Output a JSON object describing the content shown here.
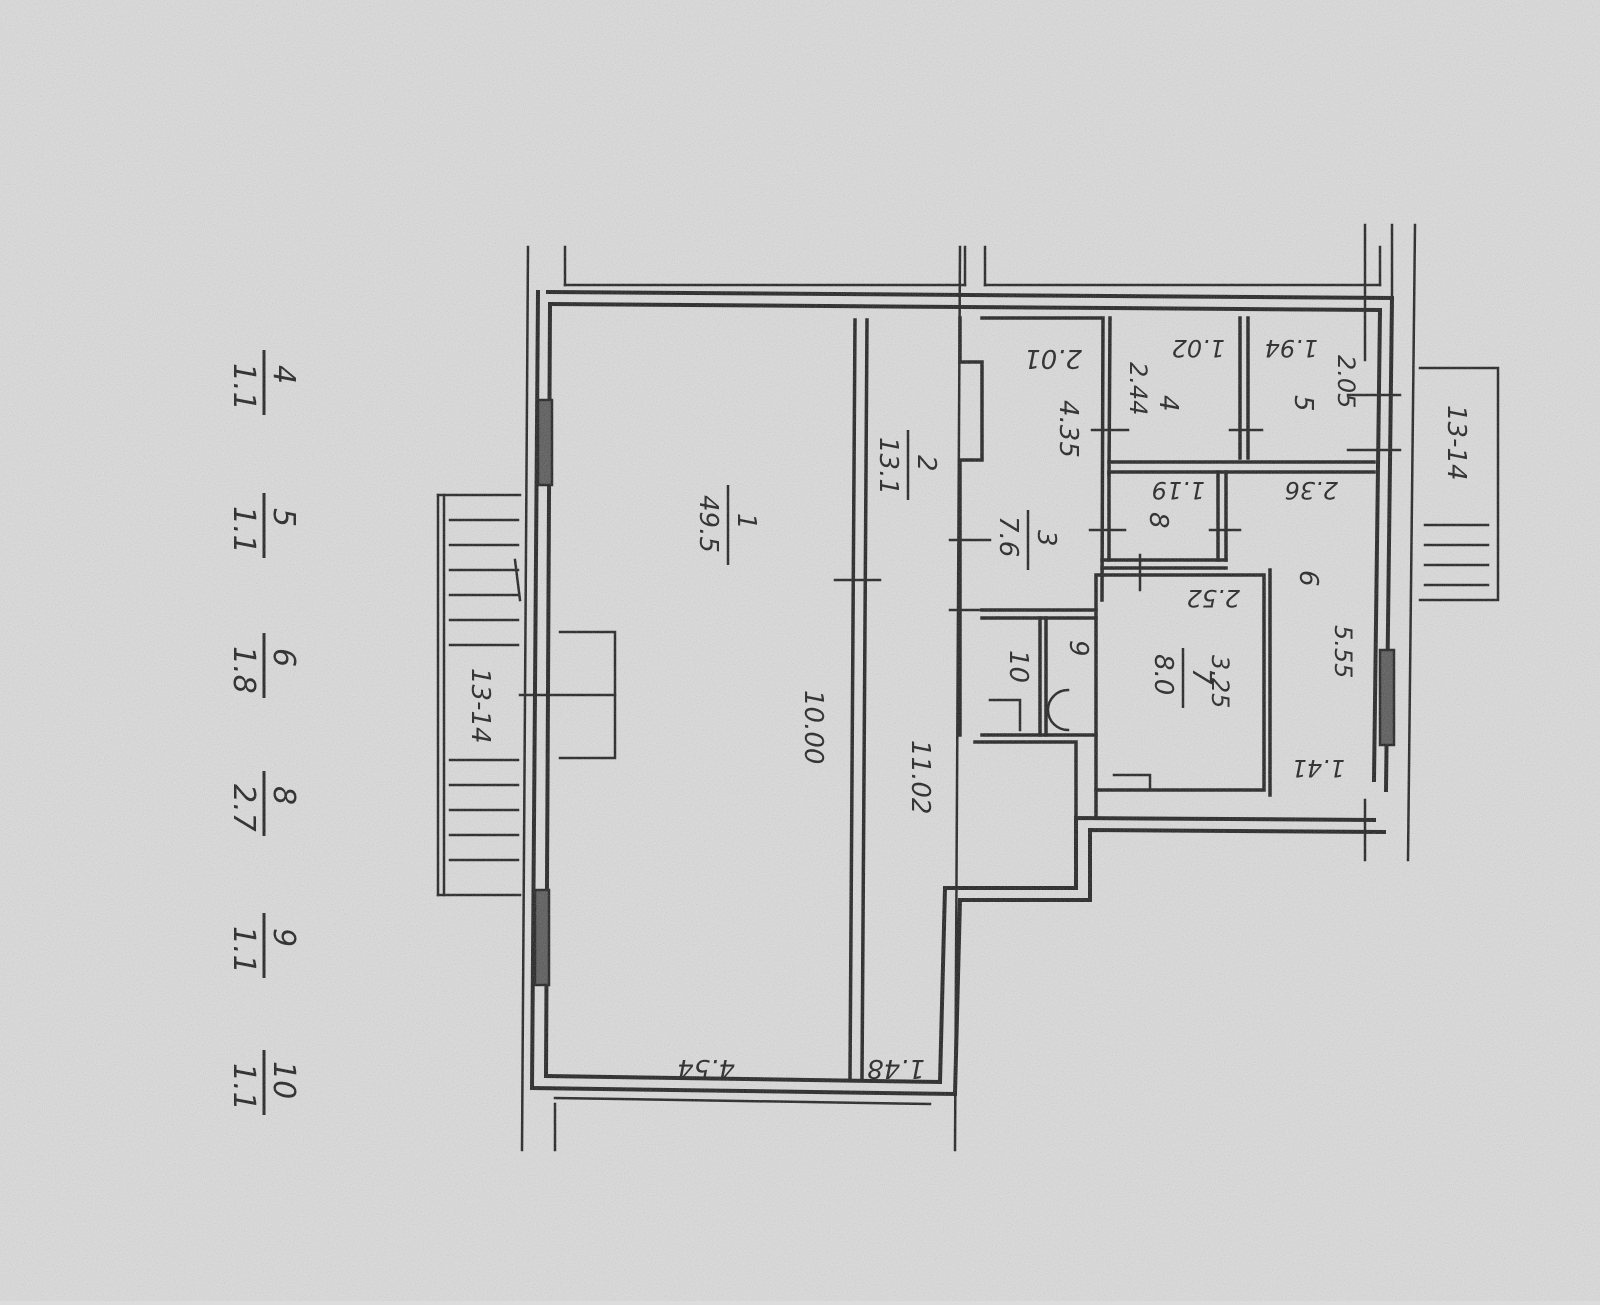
{
  "legend": [
    {
      "number": "4",
      "area": "1.1"
    },
    {
      "number": "5",
      "area": "1.1"
    },
    {
      "number": "6",
      "area": "1.8"
    },
    {
      "number": "8",
      "area": "2.7"
    },
    {
      "number": "9",
      "area": "1.1"
    },
    {
      "number": "10",
      "area": "1.1"
    }
  ],
  "rooms": {
    "r1": {
      "number": "1",
      "area": "49.5"
    },
    "r2": {
      "number": "2",
      "area": "13.1"
    },
    "r3": {
      "number": "3",
      "area": "7.6"
    },
    "r4": {
      "number": "4"
    },
    "r5": {
      "number": "5"
    },
    "r6": {
      "number": "6"
    },
    "r7": {
      "number": "7",
      "area": "8.0"
    },
    "r8": {
      "number": "8"
    },
    "r9": {
      "number": "9"
    },
    "r10": {
      "number": "10"
    }
  },
  "dimensions": {
    "d454": "4.54",
    "d148": "1.48",
    "d1000": "10.00",
    "d1102": "11.02",
    "d201": "2.01",
    "d435": "4.35",
    "d102": "1.02",
    "d244": "2.44",
    "d194": "1.94",
    "d205": "2.05",
    "d119": "1.19",
    "d236": "2.36",
    "d252": "2.52",
    "d325": "3.25",
    "d141": "1.41",
    "d555": "5.55"
  },
  "stairs": {
    "left": "13-14",
    "right": "13-14"
  },
  "colors": {
    "paper": "#dcdcdc",
    "ink": "#1a1a1a"
  }
}
